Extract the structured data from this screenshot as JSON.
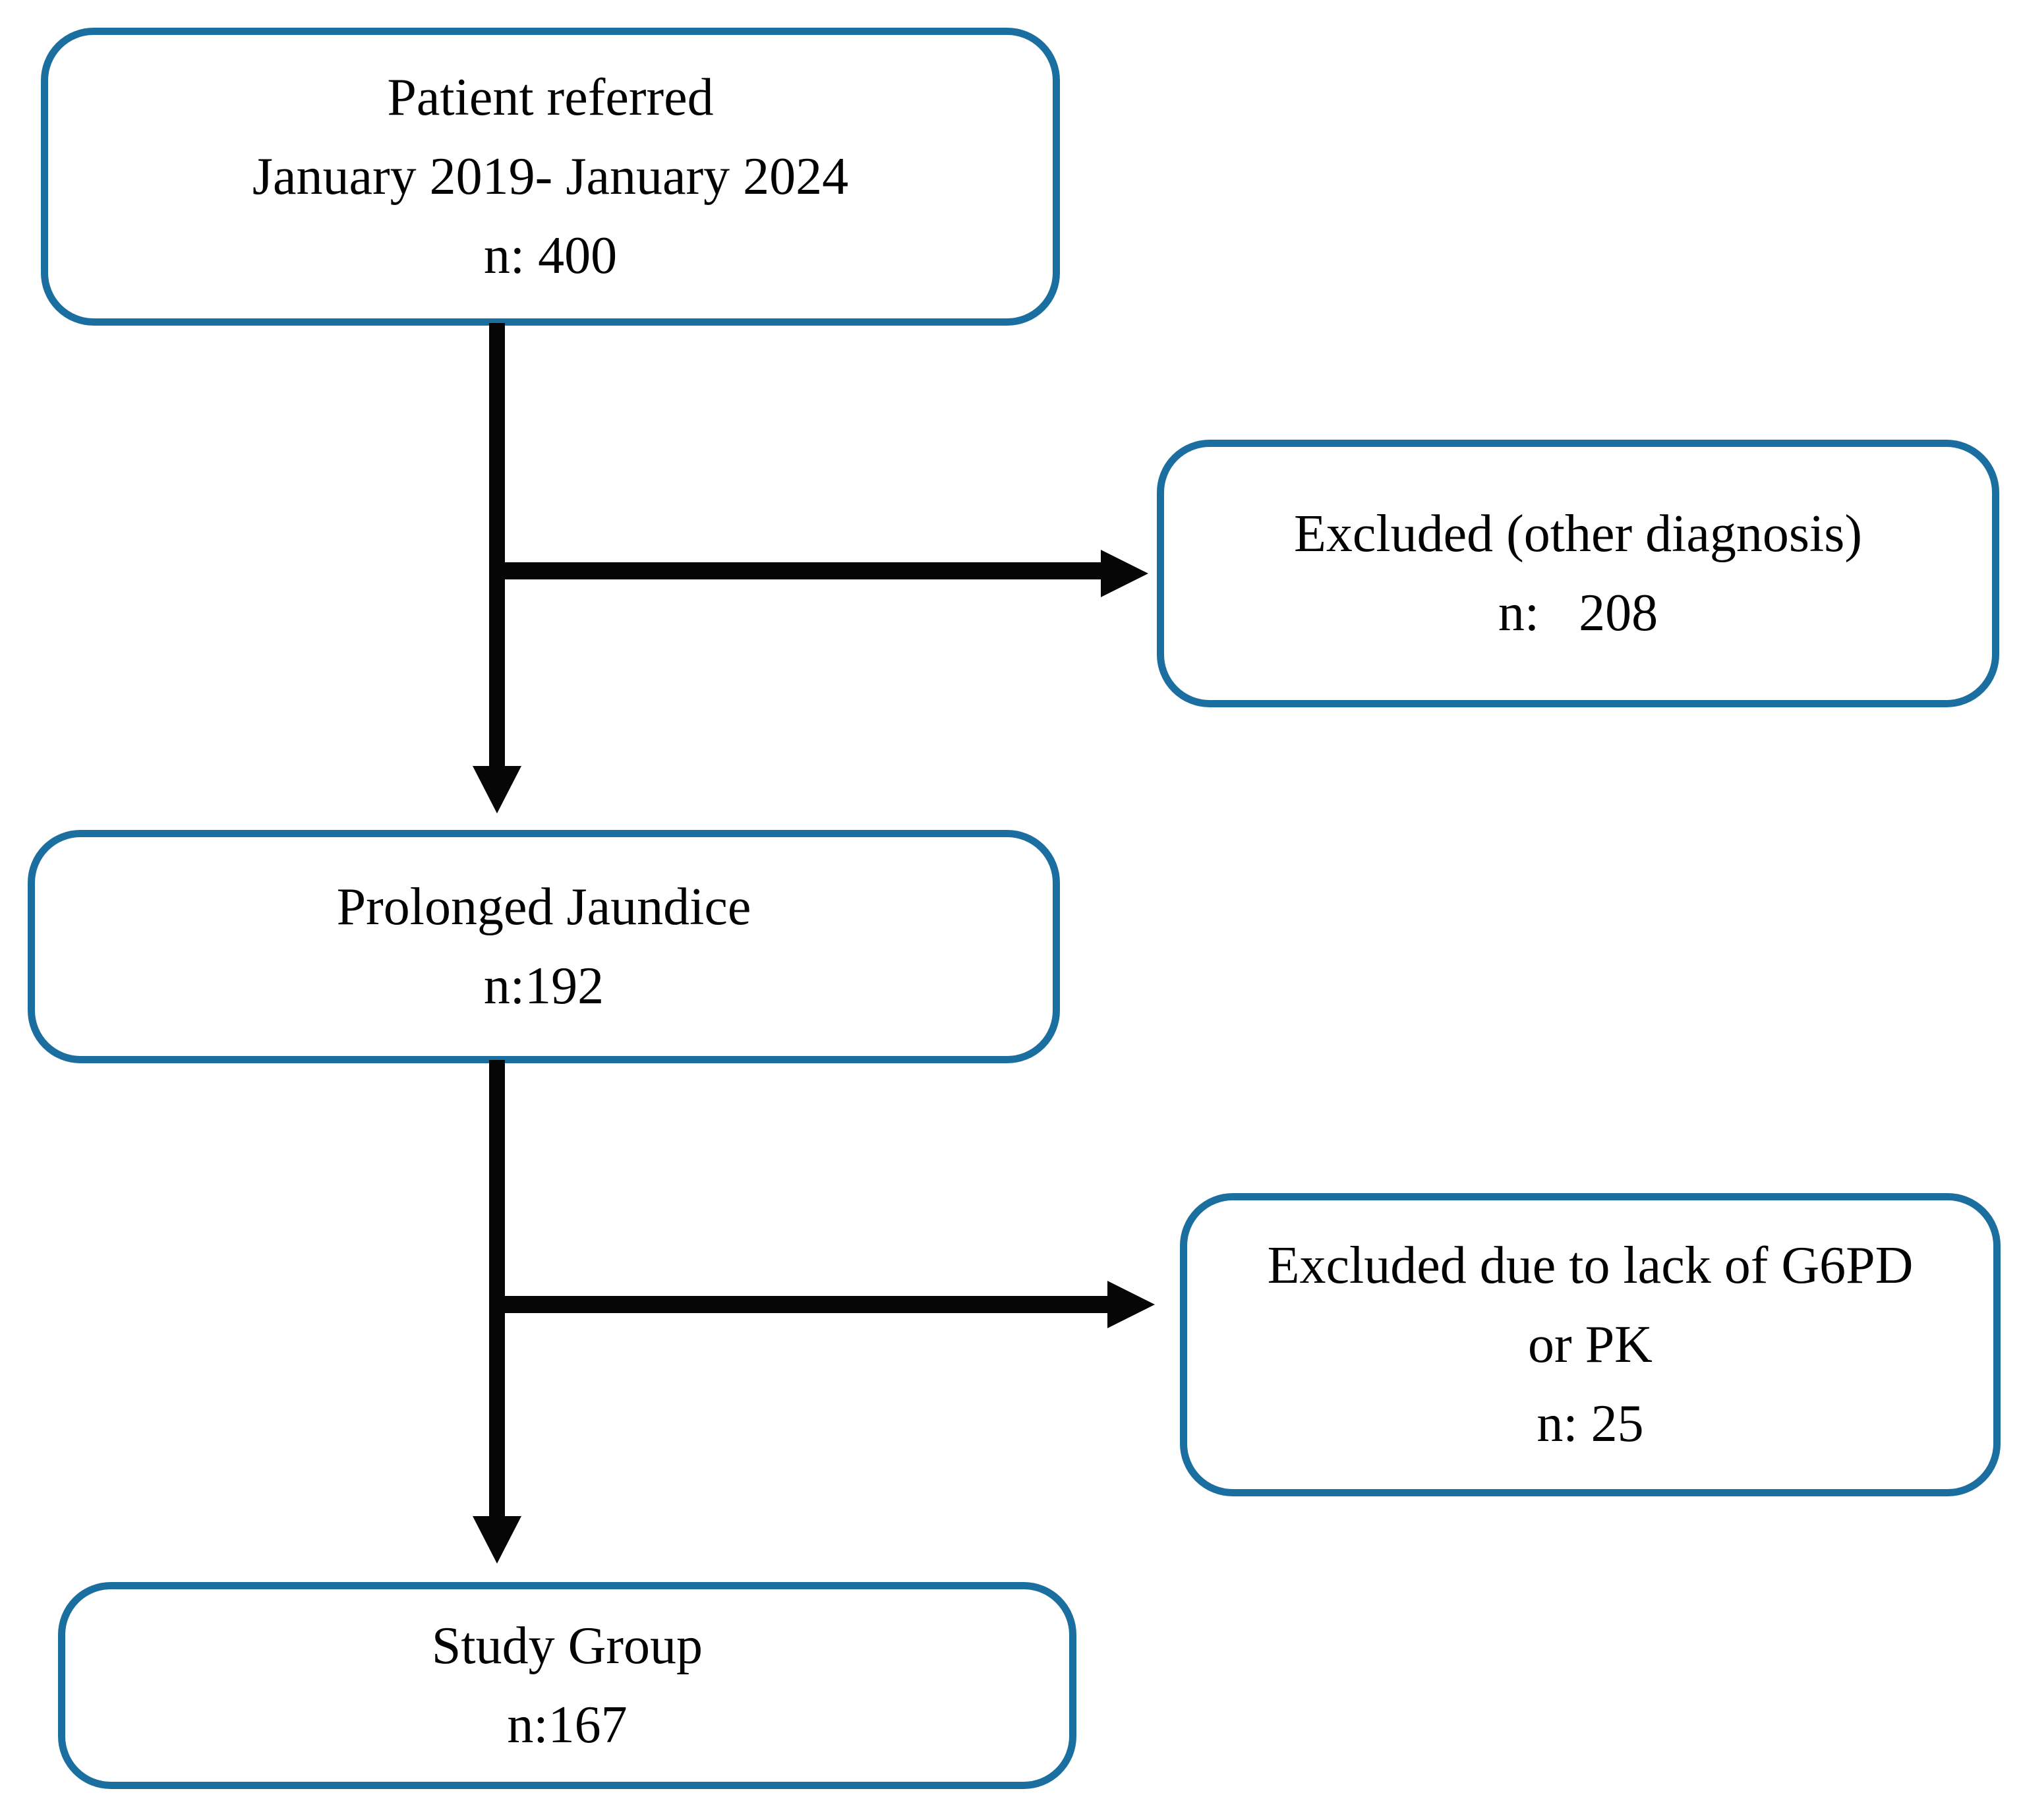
{
  "diagram": {
    "colors": {
      "background": "#ffffff",
      "box_border": "#1b6fa0",
      "box_fill": "#ffffff",
      "arrow": "#060606",
      "text": "#030303"
    },
    "boxes": [
      {
        "id": "patient-referred",
        "lines": [
          "Patient referred",
          "January 2019- January 2024",
          "n: 400"
        ]
      },
      {
        "id": "excluded-other-diagnosis",
        "lines": [
          "Excluded (other diagnosis)",
          "n:   208"
        ]
      },
      {
        "id": "prolonged-jaundice",
        "lines": [
          "Prolonged Jaundice",
          "n:192"
        ]
      },
      {
        "id": "excluded-g6pd-pk",
        "lines": [
          "Excluded due to lack of G6PD",
          "or PK",
          "n: 25"
        ]
      },
      {
        "id": "study-group",
        "lines": [
          "Study Group",
          "n:167"
        ]
      }
    ],
    "connectors": [
      {
        "from": "patient-referred",
        "to": "prolonged-jaundice",
        "type": "arrow-down"
      },
      {
        "from": "patient-referred",
        "to": "excluded-other-diagnosis",
        "type": "arrow-right"
      },
      {
        "from": "prolonged-jaundice",
        "to": "study-group",
        "type": "arrow-down"
      },
      {
        "from": "prolonged-jaundice",
        "to": "excluded-g6pd-pk",
        "type": "arrow-right"
      }
    ]
  }
}
